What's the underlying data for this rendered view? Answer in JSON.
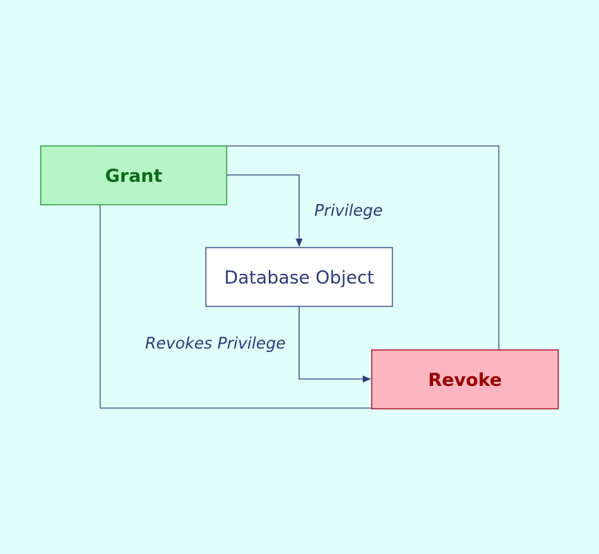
{
  "diagram": {
    "nodes": {
      "grant": {
        "label": "Grant",
        "fill": "#b6f5c5",
        "stroke": "#2e9e3e",
        "text_color": "#0d6b1c"
      },
      "database_object": {
        "label": "Database Object",
        "fill": "#ffffff",
        "stroke": "#2f3a7a",
        "text_color": "#2f3a7a"
      },
      "revoke": {
        "label": "Revoke",
        "fill": "#fbb6bf",
        "stroke": "#b0102a",
        "text_color": "#990000"
      }
    },
    "edges": {
      "grant_to_object": {
        "label": "Privilege"
      },
      "object_to_revoke": {
        "label": "Revokes Privilege"
      }
    },
    "colors": {
      "background": "#e0fffb",
      "line": "#2f3a7a"
    }
  }
}
